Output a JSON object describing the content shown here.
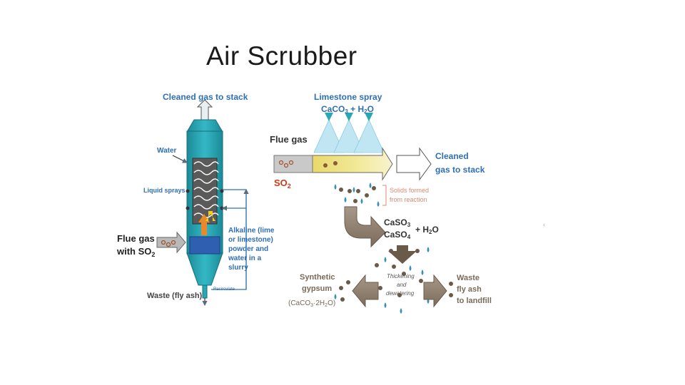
{
  "slide": {
    "title": "Air Scrubber"
  },
  "scrubber": {
    "cleaned_gas": "Cleaned gas to stack",
    "water": "Water",
    "liquid_sprays": "Liquid sprays",
    "flue_gas_1": "Flue gas",
    "flue_gas_2": "with SO",
    "flue_gas_sub": "2",
    "alkaline_1": "Alkaline (lime",
    "alkaline_2": "or limestone)",
    "alkaline_3": "powder and",
    "alkaline_4": "water in a",
    "alkaline_5": "slurry",
    "recirculate": "Recirculate",
    "waste": "Waste (fly ash)"
  },
  "process": {
    "limestone_spray": "Limestone spray",
    "caco3": "CaCO",
    "caco3_sub": "3",
    "plus_h2o": " + H",
    "h2o_sub": "2",
    "o": "O",
    "flue_gas": "Flue gas",
    "so2": "SO",
    "so2_sub": "2",
    "cleaned_1": "Cleaned",
    "cleaned_2": "gas to stack",
    "solids_1": "Solids formed",
    "solids_2": "from reaction",
    "caso3": "CaSO",
    "caso3_sub": "3",
    "caso4": "CaSO",
    "caso4_sub": "4",
    "plus_h2o_2": "+ H",
    "h2o2_sub": "2",
    "o2": "O",
    "thickening_1": "Thickening",
    "thickening_2": "and",
    "thickening_3": "dewatering",
    "gypsum_1": "Synthetic",
    "gypsum_2": "gypsum",
    "gypsum_3": "(CaCO",
    "gypsum_3_sub": "3",
    "gypsum_3_rest": "·2H",
    "gypsum_3_sub2": "2",
    "gypsum_3_end": "O)",
    "waste_1": "Waste",
    "waste_2": "fly ash",
    "waste_3": "to landfill"
  },
  "colors": {
    "tower": "#2aa7b5",
    "tower_dark": "#1b7f8c",
    "label_blue": "#2f6fb3",
    "arrow_brown": "#8a7a6a",
    "slurry": "#2f5fb0"
  }
}
